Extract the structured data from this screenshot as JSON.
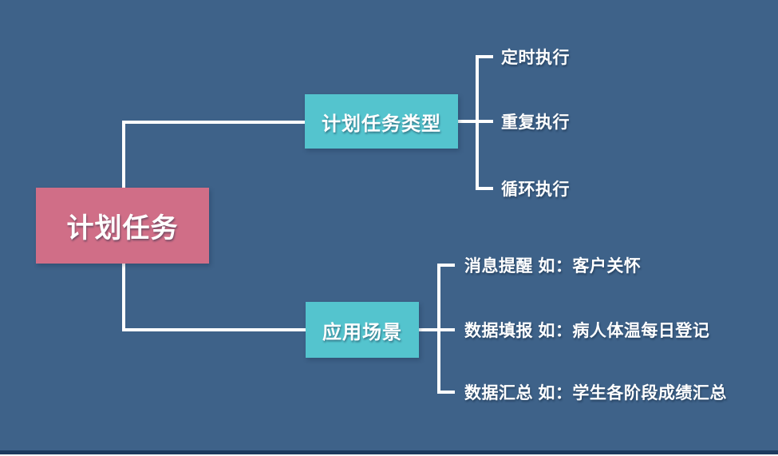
{
  "canvas": {
    "background_color": "#3E6289",
    "connector_color": "#FFFFFF",
    "footer_strip_color": "#1C3A5E",
    "footer_line_color": "#FFFFFF"
  },
  "mindmap": {
    "root": {
      "label": "计划任务",
      "color": "#D06E87",
      "text_color": "#FFFFFF"
    },
    "branches": [
      {
        "label": "计划任务类型",
        "color": "#54C4CE",
        "text_color": "#FFFFFF",
        "children": [
          "定时执行",
          "重复执行",
          "循环执行"
        ]
      },
      {
        "label": "应用场景",
        "color": "#54C4CE",
        "text_color": "#FFFFFF",
        "children": [
          "消息提醒 如：客户关怀",
          "数据填报 如：病人体温每日登记",
          "数据汇总 如：学生各阶段成绩汇总"
        ]
      }
    ]
  }
}
